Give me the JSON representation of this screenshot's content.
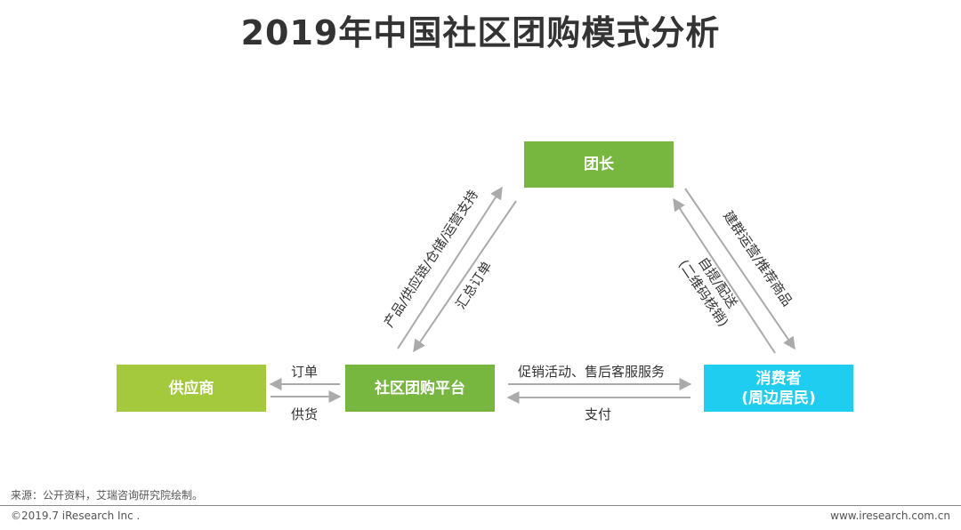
{
  "title": "2019年中国社区团购模式分析",
  "colors": {
    "green": "#77b63f",
    "lime": "#a4c93c",
    "cyan": "#1ecdf0",
    "arrow": "#aaaaaa"
  },
  "nodes": {
    "leader": "团长",
    "supplier": "供应商",
    "platform": "社区团购平台",
    "consumer_line1": "消费者",
    "consumer_line2": "(周边居民)"
  },
  "edges": {
    "platform_to_supplier": "订单",
    "supplier_to_platform": "供货",
    "platform_to_consumer": "促销活动、售后客服服务",
    "consumer_to_platform": "支付",
    "platform_to_leader": "产品/供应链/仓储/运营支持",
    "leader_to_platform": "汇总订单",
    "leader_to_consumer": "建群运营/推荐商品",
    "consumer_to_leader_line1": "自提/配送",
    "consumer_to_leader_line2": "(二维码核销)"
  },
  "footer": {
    "source": "来源：公开资料，艾瑞咨询研究院绘制。",
    "copyright": "©2019.7 iResearch Inc .",
    "website": "www.iresearch.com.cn"
  }
}
